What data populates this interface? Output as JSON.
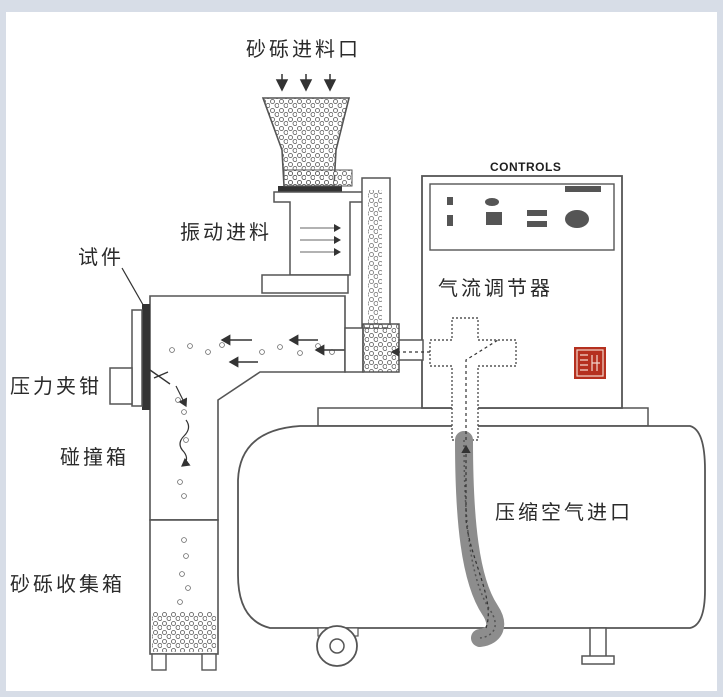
{
  "labels": {
    "gravel_inlet": "砂砾进料口",
    "vibratory_feed": "振动进料",
    "specimen": "试件",
    "pressure_clamp": "压力夹钳",
    "impact_box": "碰撞箱",
    "gravel_collection_box": "砂砾收集箱",
    "airflow_regulator": "气流调节器",
    "compressed_air_inlet": "压缩空气进口",
    "controls_panel_title": "CONTROLS"
  },
  "colors": {
    "background": "#d7dde7",
    "panel": "#ffffff",
    "line": "#4a4a4a",
    "air_hose": "#8d8d8d",
    "seal": "#b5301f"
  },
  "icons": [
    "feed-arrow-icon",
    "seal-stamp-icon",
    "airflow-arrow-icon"
  ]
}
